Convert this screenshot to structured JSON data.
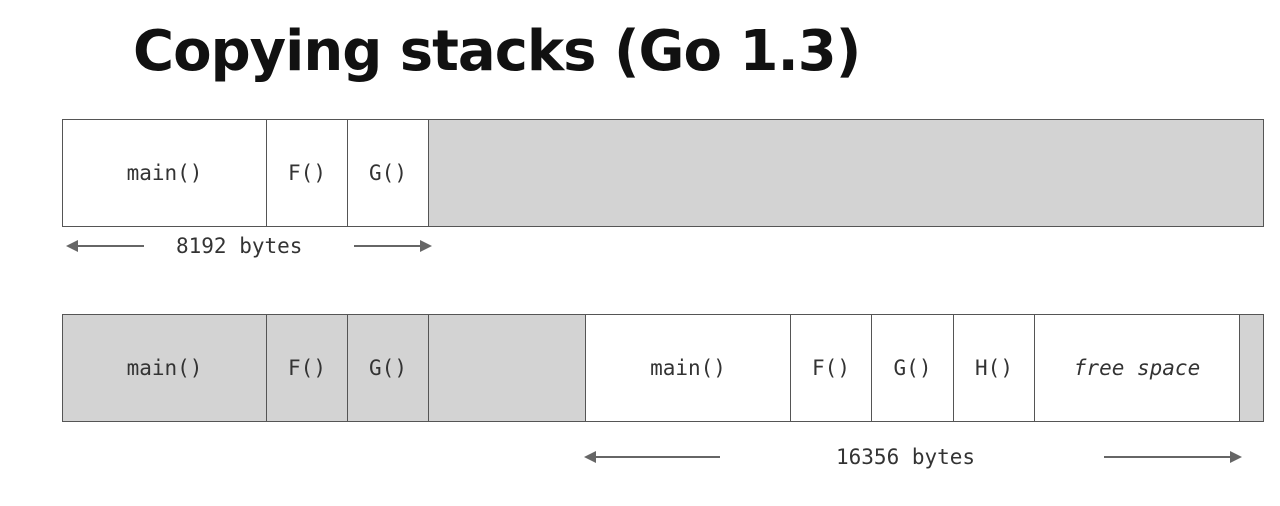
{
  "title": "Copying stacks (Go 1.3)",
  "old_stack": {
    "frames": [
      {
        "label": "main()"
      },
      {
        "label": "F()"
      },
      {
        "label": "G()"
      }
    ],
    "size_label": "8192 bytes"
  },
  "new_stack": {
    "old_frames": [
      {
        "label": "main()"
      },
      {
        "label": "F()"
      },
      {
        "label": "G()"
      }
    ],
    "frames": [
      {
        "label": "main()"
      },
      {
        "label": "F()"
      },
      {
        "label": "G()"
      },
      {
        "label": "H()"
      }
    ],
    "free_space_label": "free space",
    "size_label": "16356 bytes"
  },
  "colors": {
    "used": "#ffffff",
    "unused": "#d3d3d3",
    "border": "#555555",
    "arrow": "#666666"
  }
}
